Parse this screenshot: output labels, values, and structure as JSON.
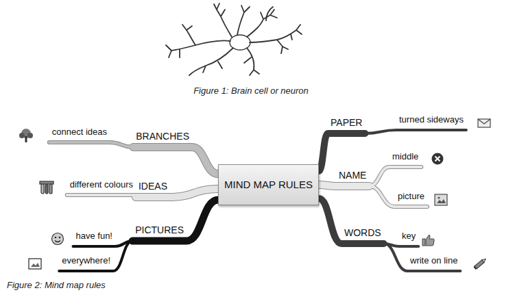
{
  "diagram": {
    "caption": "Figure 2: Mind map rules",
    "nodes": [
      {
        "text": [
          "MIND MAP RULES"
        ]
      },
      {
        "text": [
          "BRANCHES"
        ]
      },
      {
        "text": [
          "connect ideas"
        ]
      },
      {
        "text": [
          "IDEAS"
        ]
      },
      {
        "text": [
          "different colours"
        ]
      },
      {
        "text": [
          "PICTURES"
        ]
      },
      {
        "text": [
          "have fun!"
        ]
      },
      {
        "text": [
          "everywhere!"
        ]
      },
      {
        "text": [
          "PAPER"
        ]
      },
      {
        "text": [
          "turned sideways"
        ]
      },
      {
        "text": [
          "NAME"
        ]
      },
      {
        "text": [
          "middle"
        ]
      },
      {
        "text": [
          "picture"
        ]
      },
      {
        "text": [
          "WORDS"
        ]
      },
      {
        "text": [
          "key"
        ]
      },
      {
        "text": [
          "write on line"
        ]
      }
    ],
    "edges": [
      {
        "from": 0,
        "to": 1,
        "arrow": "none"
      },
      {
        "from": 1,
        "to": 2,
        "arrow": "none"
      },
      {
        "from": 0,
        "to": 3,
        "arrow": "none"
      },
      {
        "from": 3,
        "to": 4,
        "arrow": "none"
      },
      {
        "from": 0,
        "to": 5,
        "arrow": "none"
      },
      {
        "from": 5,
        "to": 6,
        "arrow": "none"
      },
      {
        "from": 5,
        "to": 7,
        "arrow": "none"
      },
      {
        "from": 0,
        "to": 8,
        "arrow": "none"
      },
      {
        "from": 8,
        "to": 9,
        "arrow": "none"
      },
      {
        "from": 0,
        "to": 10,
        "arrow": "none"
      },
      {
        "from": 10,
        "to": 11,
        "arrow": "none"
      },
      {
        "from": 10,
        "to": 12,
        "arrow": "none"
      },
      {
        "from": 0,
        "to": 13,
        "arrow": "none"
      },
      {
        "from": 13,
        "to": 14,
        "arrow": "none"
      },
      {
        "from": 13,
        "to": 15,
        "arrow": "none"
      }
    ],
    "labels": [
      "Figure 1: Brain cell or neuron"
    ]
  }
}
